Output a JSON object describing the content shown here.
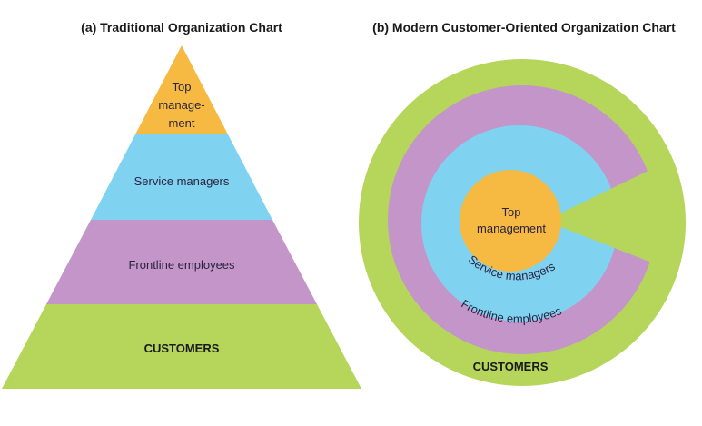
{
  "panel_a": {
    "title": "(a) Traditional Organization Chart",
    "levels": [
      {
        "lines": [
          "Top",
          "manage-",
          "ment"
        ],
        "color": "#f6b941"
      },
      {
        "label": "Service managers",
        "color": "#7fd3f0"
      },
      {
        "label": "Frontline employees",
        "color": "#c495c9"
      },
      {
        "label": "CUSTOMERS",
        "color": "#b5d65a"
      }
    ]
  },
  "panel_b": {
    "title": "(b) Modern Customer-Oriented Organization Chart",
    "top_lines": [
      "Top",
      "management"
    ],
    "service": "Service managers",
    "frontline": "Frontline employees",
    "customers": "CUSTOMERS",
    "colors": {
      "top": "#f6b941",
      "service": "#7fd3f0",
      "frontline": "#c495c9",
      "customers": "#b5d65a"
    }
  }
}
